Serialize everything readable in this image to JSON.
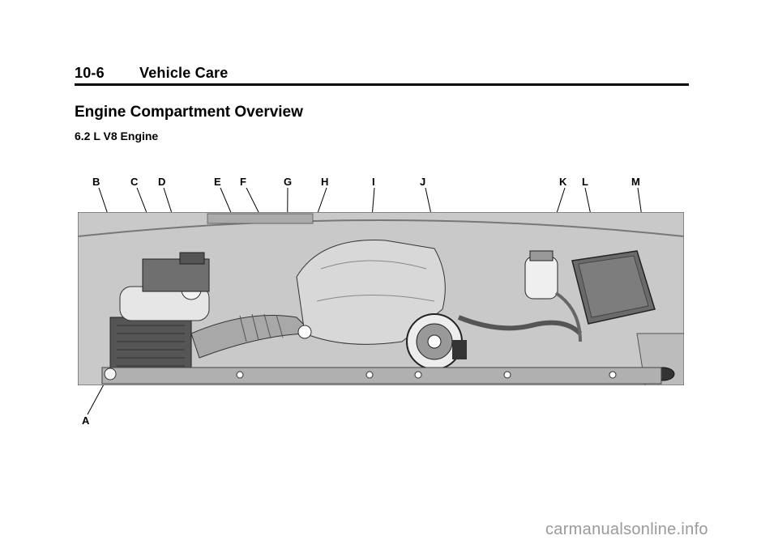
{
  "header": {
    "page_number": "10-6",
    "section": "Vehicle Care"
  },
  "title": "Engine Compartment Overview",
  "subtitle": "6.2 L V8 Engine",
  "callouts": {
    "A": "A",
    "B": "B",
    "C": "C",
    "D": "D",
    "E": "E",
    "F": "F",
    "G": "G",
    "H": "H",
    "I": "I",
    "J": "J",
    "K": "K",
    "L": "L",
    "M": "M"
  },
  "watermark": "carmanualsonline.info"
}
